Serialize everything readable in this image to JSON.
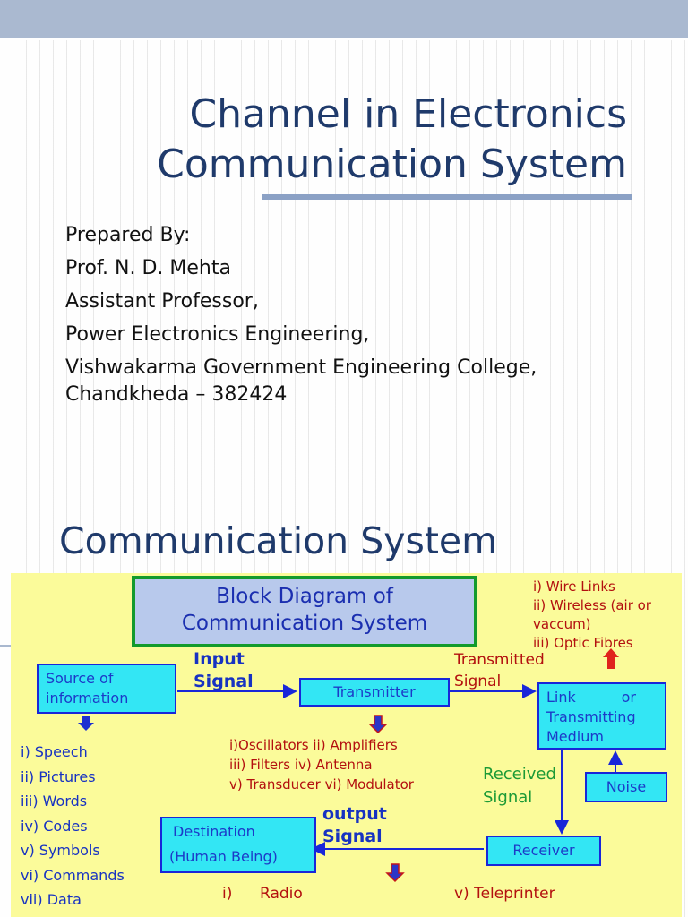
{
  "slide1": {
    "title_line1": "Channel in Electronics",
    "title_line2": "Communication System",
    "author": {
      "prepared_by": "Prepared By:",
      "name": "Prof. N. D. Mehta",
      "designation": "Assistant Professor,",
      "department": "Power Electronics Engineering,",
      "college": "Vishwakarma Government Engineering College,",
      "location": "Chandkheda – 382424"
    }
  },
  "slide2": {
    "title": "Communication System",
    "diagram": {
      "title_line1": "Block Diagram of",
      "title_line2": "Communication System",
      "source_line1": "Source of",
      "source_line2": "information",
      "transmitter": "Transmitter",
      "link_line1": "Link          or",
      "link_line2": "Transmitting",
      "link_line3": "Medium",
      "noise": "Noise",
      "receiver": "Receiver",
      "destination_line1": "Destination",
      "destination_line2": "(Human Being)",
      "input_signal_1": "Input",
      "input_signal_2": "Signal",
      "transmitted_signal_1": "Transmitted",
      "transmitted_signal_2": "Signal",
      "received_signal_1": "Received",
      "received_signal_2": "Signal",
      "output_signal_1": "output",
      "output_signal_2": "Signal",
      "media": [
        "i) Wire Links",
        "ii) Wireless (air or",
        "vaccum)",
        "iii) Optic Fibres"
      ],
      "transmitter_parts": [
        "i)Oscillators ii) Amplifiers",
        "iii) Filters iv) Antenna",
        "v) Transducer vi) Modulator"
      ],
      "information_types": [
        "i) Speech",
        "ii) Pictures",
        "iii) Words",
        "iv) Codes",
        "v) Symbols",
        "vi) Commands",
        "vii) Data"
      ],
      "receiver_out_1_num": "i)",
      "receiver_out_1": "Radio",
      "receiver_out_5": "v) Teleprinter"
    }
  },
  "colors": {
    "title_blue": "#1f3a6b",
    "diagram_bg": "#fbfb9a",
    "box_fill": "#33e6f4",
    "box_border": "#1826d9",
    "red_text": "#b3100f",
    "green_text": "#1c9a36"
  }
}
